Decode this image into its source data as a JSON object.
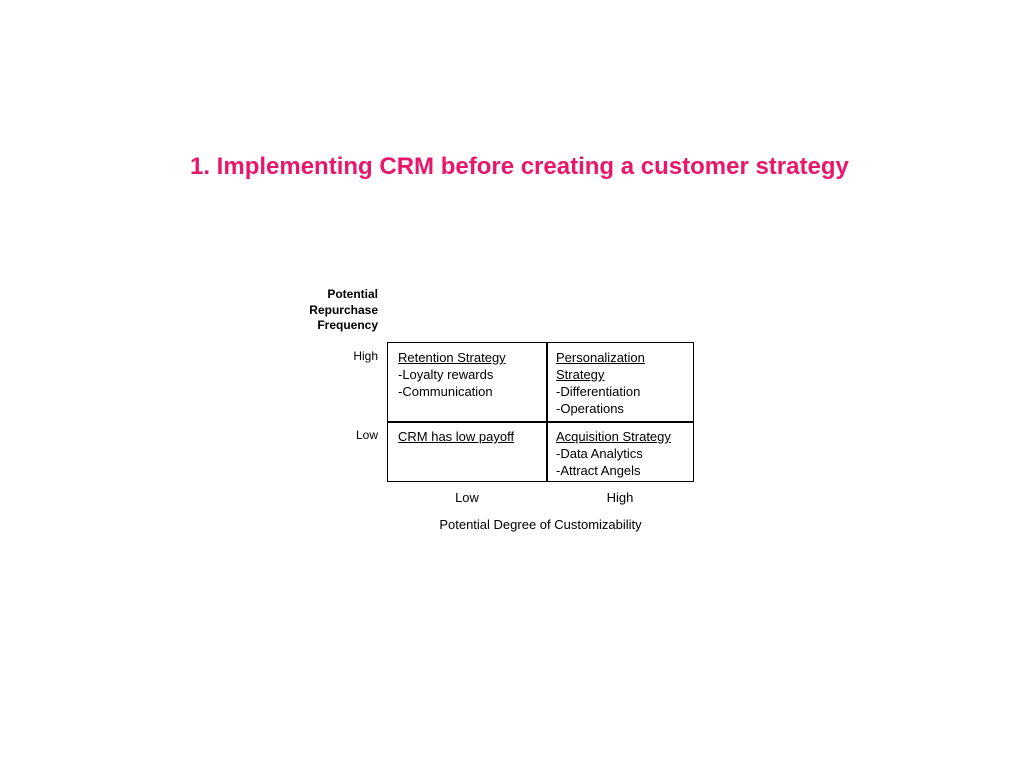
{
  "title": "1. Implementing CRM before creating a customer strategy",
  "colors": {
    "title": "#e8176c",
    "grid": "#000000"
  },
  "matrix": {
    "y_axis_title": [
      "Potential",
      "Repurchase",
      "Frequency"
    ],
    "row_labels": {
      "high": "High",
      "low": "Low"
    },
    "col_labels": {
      "low": "Low",
      "high": "High"
    },
    "x_axis_title": "Potential Degree of Customizability",
    "cells": {
      "high_low": {
        "heading": "Retention Strategy",
        "items": [
          "-Loyalty rewards",
          "-Communication"
        ]
      },
      "high_high": {
        "heading_lines": [
          "Personalization",
          "Strategy"
        ],
        "items": [
          "-Differentiation",
          "-Operations"
        ]
      },
      "low_low": {
        "heading": "CRM has low payoff",
        "items": []
      },
      "low_high": {
        "heading": "Acquisition Strategy",
        "items": [
          "-Data Analytics",
          "-Attract Angels"
        ]
      }
    }
  }
}
